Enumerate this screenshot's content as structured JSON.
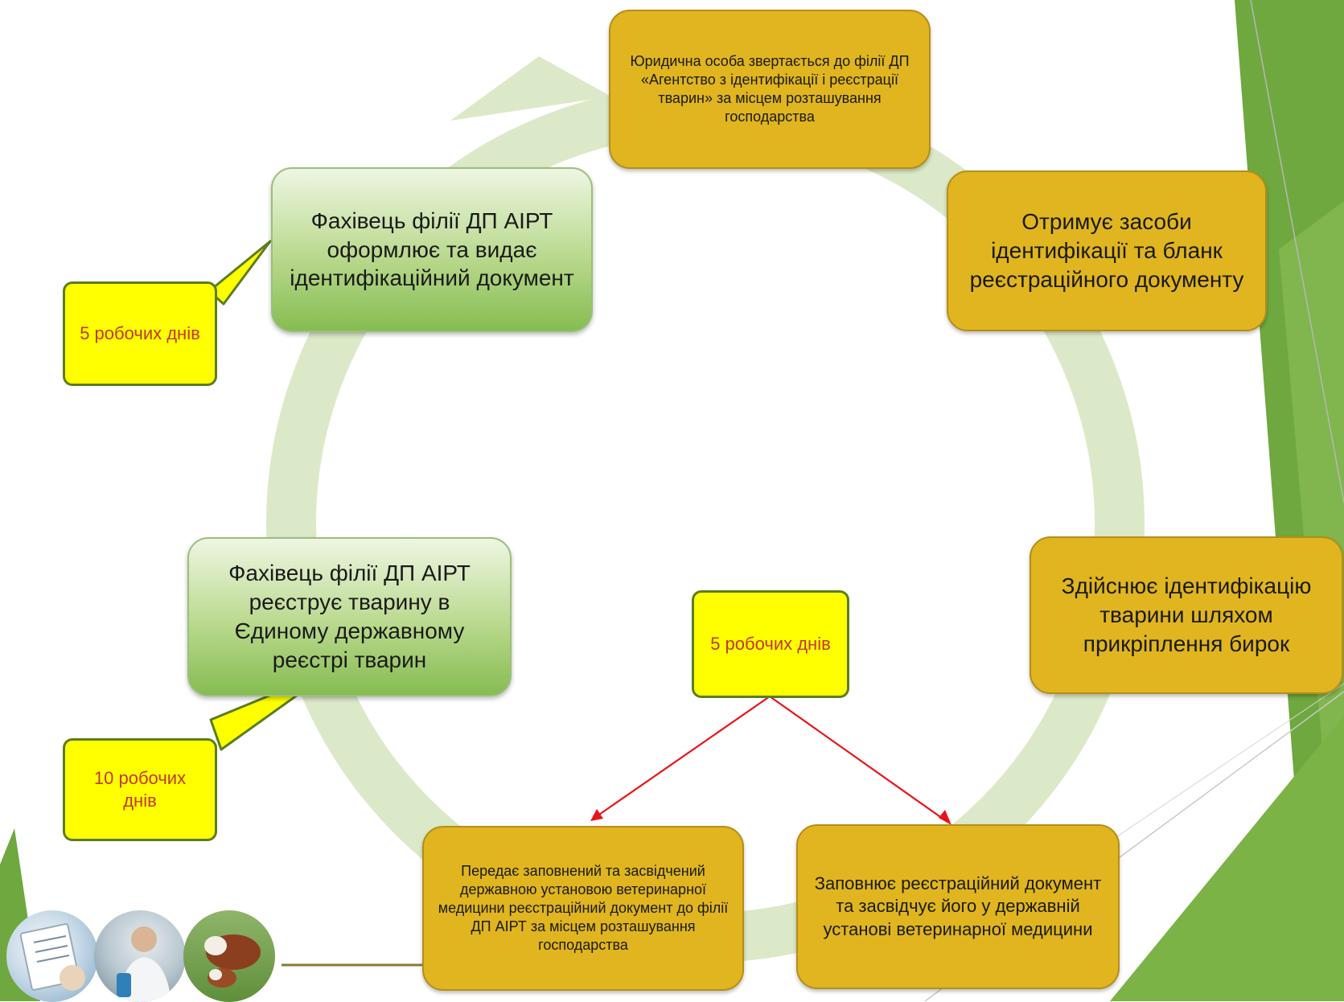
{
  "steps": {
    "step1": "Юридична особа звертається до філії ДП «Агентство з ідентифікації і реєстрації тварин» за місцем розташування господарства",
    "step2": "Отримує засоби ідентифікації та бланк реєстраційного документу",
    "step3": "Здійснює ідентифікацію тварини шляхом прикріплення бирок",
    "step4": "Заповнює реєстраційний документ та засвідчує його у державній установі ветеринарної медицини",
    "step5": "Передає заповнений та засвідчений державною установою ветеринарної медицини реєстраційний документ до філії ДП АІРТ за місцем розташування господарства",
    "step6": "Фахівець філії ДП АІРТ реєструє тварину в Єдиному державному реєстрі тварин",
    "step7": "Фахівець філії ДП АІРТ оформлює та видає ідентифікаційний документ"
  },
  "callouts": {
    "days_5_top": "5 робочих днів",
    "days_10": "10 робочих днів",
    "days_5_center": "5 робочих днів"
  },
  "colors": {
    "step_fill": "#e0b51f",
    "green_box": "#a9cf7d",
    "callout_fill": "#ffff00",
    "callout_text": "#c0392b",
    "cycle_arrow": "#dbe9c8",
    "red_arrow": "#e8141b",
    "slide_accent": "#6ea83f"
  },
  "photos": [
    "documents-photo",
    "veterinarian-photo",
    "calf-and-cow-photo"
  ]
}
